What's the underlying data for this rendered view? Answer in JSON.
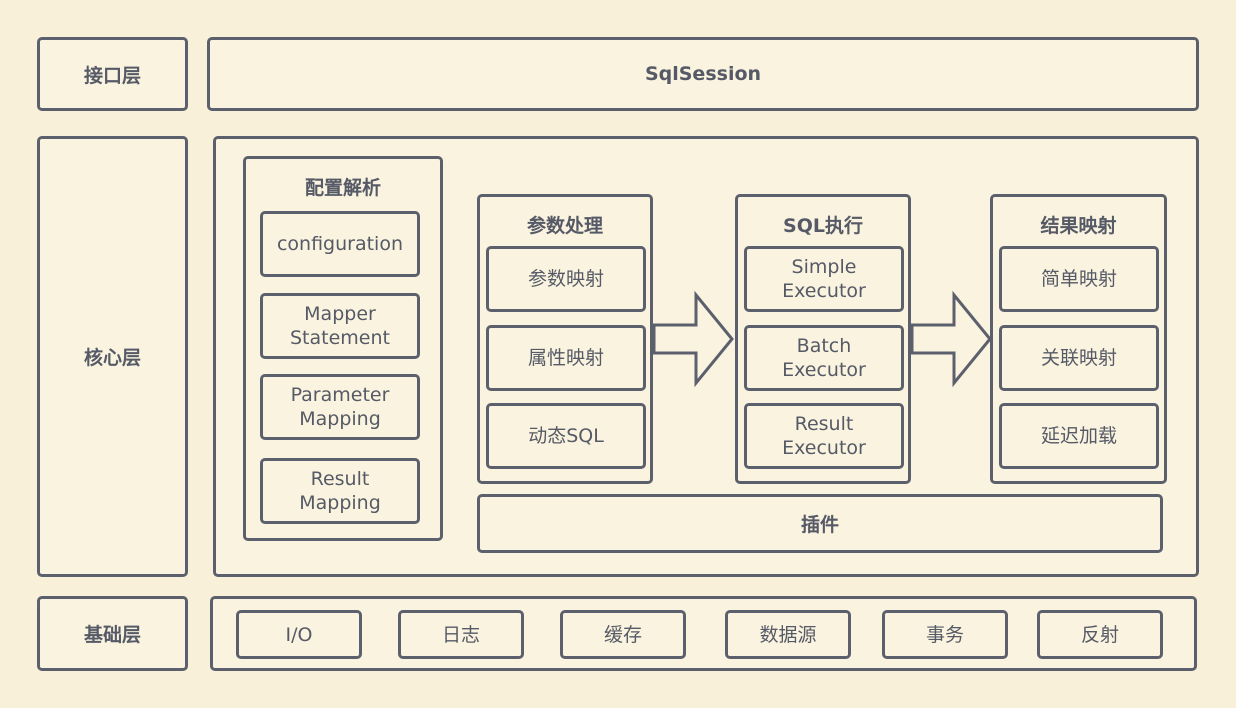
{
  "layers": {
    "interface": {
      "label": "接口层",
      "content": "SqlSession"
    },
    "core": {
      "label": "核心层"
    },
    "base": {
      "label": "基础层",
      "items": [
        "I/O",
        "日志",
        "缓存",
        "数据源",
        "事务",
        "反射"
      ]
    }
  },
  "core": {
    "config": {
      "title": "配置解析",
      "items": [
        "configuration",
        "Mapper\nStatement",
        "Parameter\nMapping",
        "Result\nMapping"
      ]
    },
    "param": {
      "title": "参数处理",
      "items": [
        "参数映射",
        "属性映射",
        "动态SQL"
      ]
    },
    "sql": {
      "title": "SQL执行",
      "items": [
        "Simple\nExecutor",
        "Batch\nExecutor",
        "Result\nExecutor"
      ]
    },
    "result": {
      "title": "结果映射",
      "items": [
        "简单映射",
        "关联映射",
        "延迟加载"
      ]
    },
    "plugin": {
      "label": "插件"
    }
  },
  "colors": {
    "background": "#f8f0d8",
    "stroke": "#5c606c",
    "text": "#555a66"
  }
}
